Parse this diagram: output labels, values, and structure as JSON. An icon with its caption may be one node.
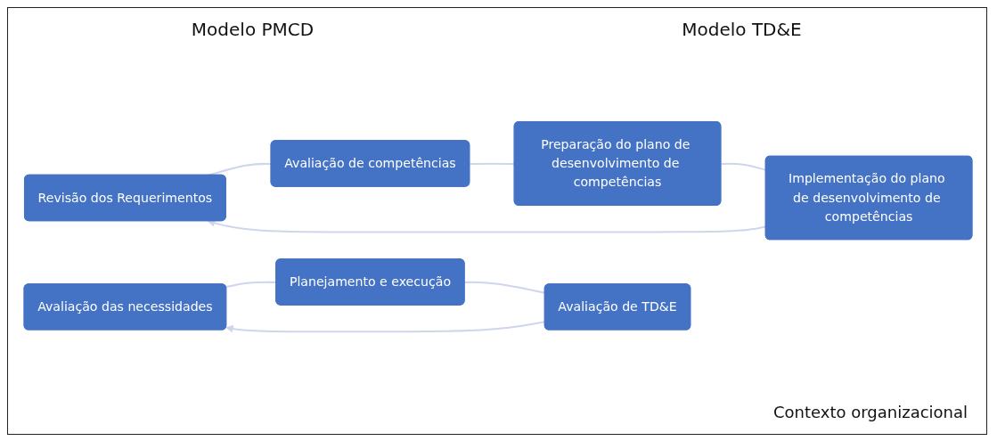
{
  "diagram": {
    "nodes": [
      {
        "text": [
          "Revisão dos Requerimentos"
        ]
      },
      {
        "text": [
          "Avaliação de competências"
        ]
      },
      {
        "text": [
          "Preparação do plano de desenvolvimento de competências"
        ]
      },
      {
        "text": [
          "Implementação do plano de desenvolvimento de competências"
        ]
      },
      {
        "text": [
          "Avaliação das necessidades"
        ]
      },
      {
        "text": [
          "Planejamento e execução"
        ]
      },
      {
        "text": [
          "Avaliação de TD&E"
        ]
      }
    ],
    "edges": [
      {
        "from": 0,
        "to": 1,
        "arrow": "none"
      },
      {
        "from": 1,
        "to": 2,
        "arrow": "none"
      },
      {
        "from": 2,
        "to": 3,
        "arrow": "none"
      },
      {
        "from": 3,
        "to": 0,
        "arrow": "to"
      },
      {
        "from": 4,
        "to": 5,
        "arrow": "none"
      },
      {
        "from": 5,
        "to": 6,
        "arrow": "none"
      },
      {
        "from": 6,
        "to": 4,
        "arrow": "to"
      }
    ],
    "labels": [
      "Modelo PMCD",
      "Modelo TD&E",
      "Contexto organizacional"
    ]
  }
}
